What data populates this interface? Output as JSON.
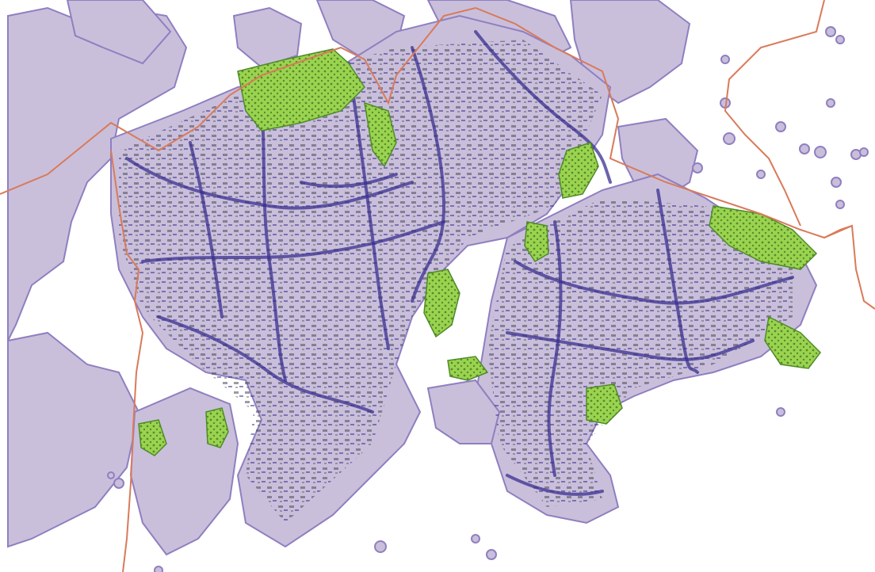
{
  "map": {
    "colors": {
      "background": "#ffffff",
      "urban_fill": "#c9bfdb",
      "urban_stroke": "#8f7fc0",
      "road_network": "#3a2f8f",
      "built_texture": "#4a4a5a",
      "green_space": "#9ad44f",
      "green_dense": "#4f8a2a",
      "boundary": "#d97a5a"
    },
    "legend": {
      "urban_area": "urban-area-polygon",
      "green_space": "green-space-polygon",
      "road_network": "road-network-lines",
      "admin_boundary": "administrative-boundary-line"
    }
  }
}
